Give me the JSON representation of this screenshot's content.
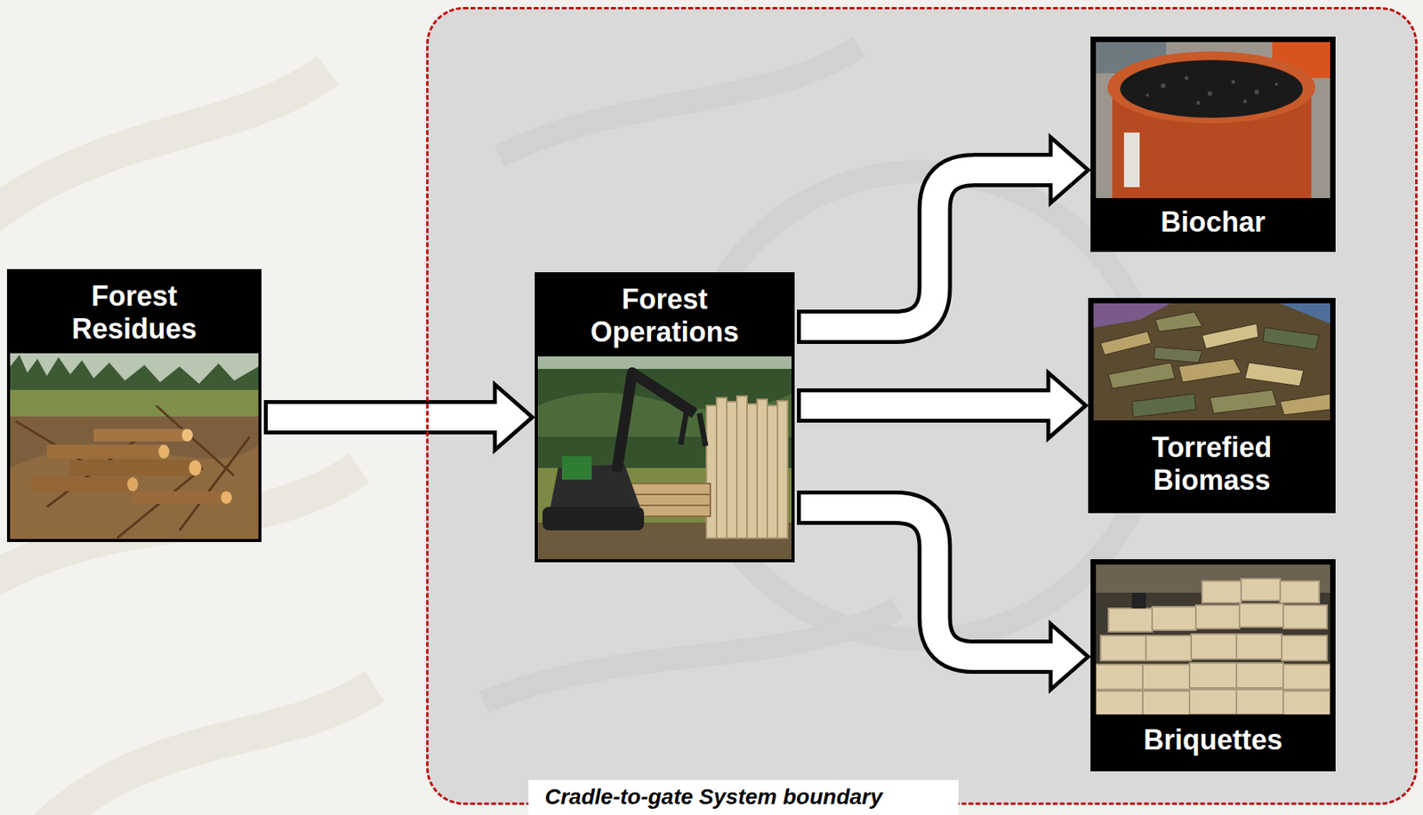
{
  "diagram": {
    "nodes": [
      {
        "text": [
          "Forest Residues"
        ]
      },
      {
        "text": [
          "Cradle-to-gate System boundary"
        ]
      },
      {
        "text": [
          "Forest Operations"
        ],
        "in": 1
      },
      {
        "text": [
          "Biochar"
        ],
        "in": 1
      },
      {
        "text": [
          "Torrefied Biomass"
        ],
        "in": 1
      },
      {
        "text": [
          "Briquettes"
        ],
        "in": 1
      }
    ],
    "edges": [
      {
        "from": 0,
        "to": 2,
        "arrow": "to"
      },
      {
        "from": 2,
        "to": 3,
        "arrow": "to"
      },
      {
        "from": 2,
        "to": 4,
        "arrow": "to"
      },
      {
        "from": 2,
        "to": 5,
        "arrow": "to"
      }
    ]
  }
}
